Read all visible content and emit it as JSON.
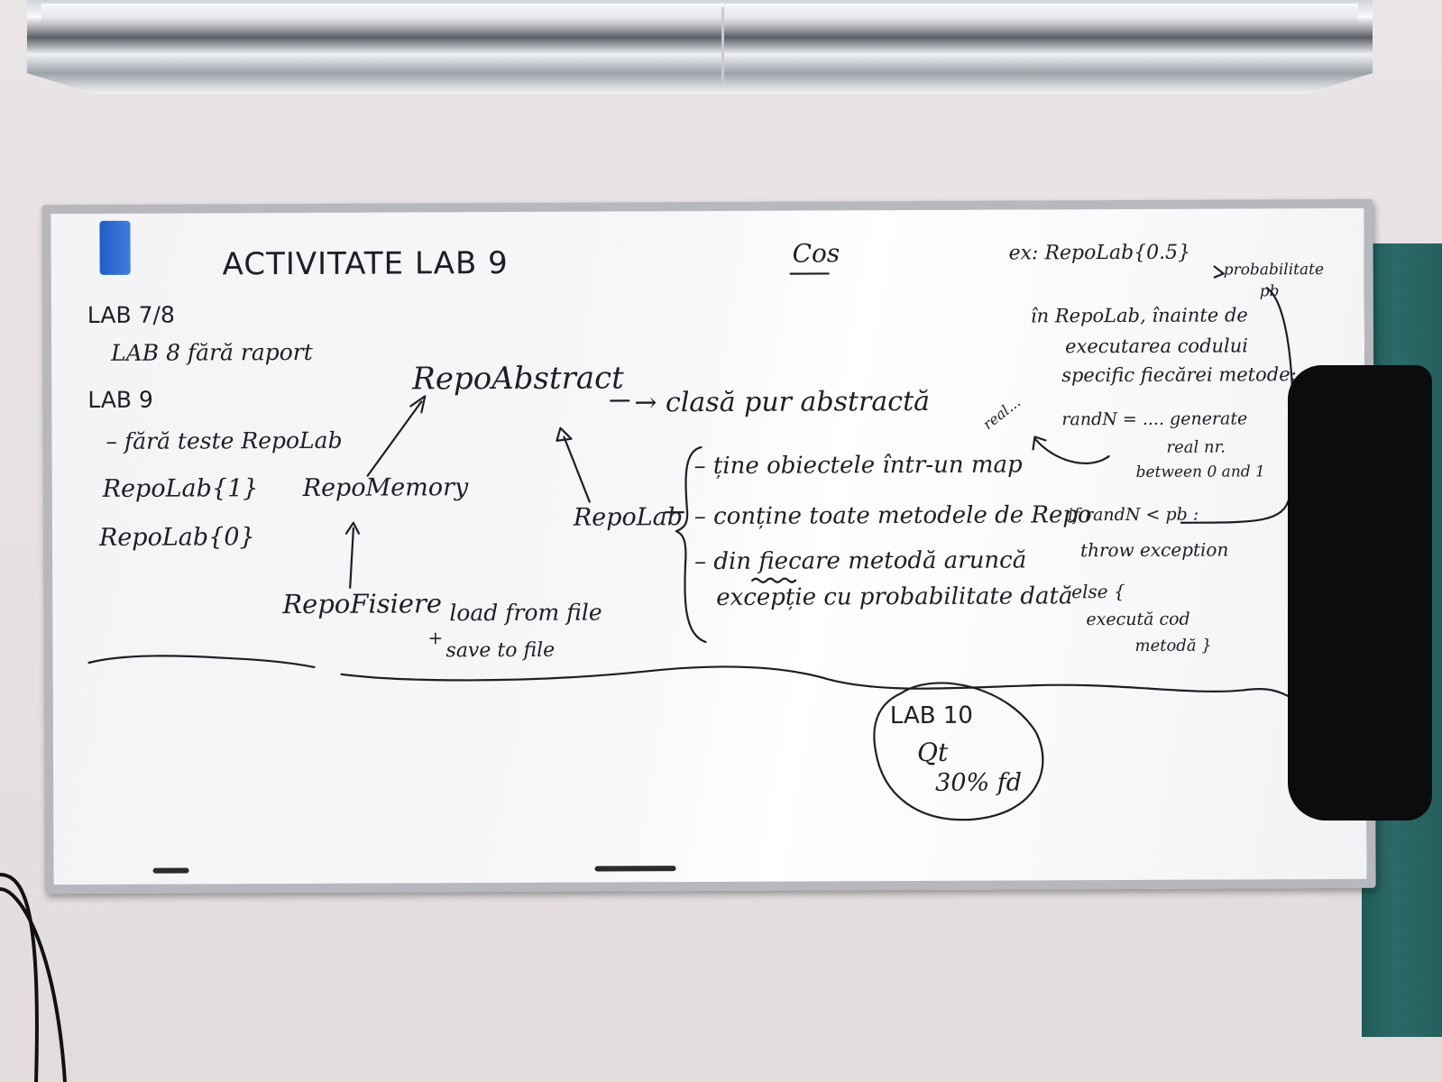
{
  "title": "ACTIVITATE LAB 9",
  "header_center": "Cos",
  "left_notes": [
    "LAB 7/8",
    "LAB 8 fără raport",
    "LAB 9",
    "– fără teste RepoLab",
    "RepoLab{1}",
    "RepoLab{0}"
  ],
  "diagram": {
    "repo_abstract": "RepoAbstract",
    "repo_memory": "RepoMemory",
    "repo_lab": "RepoLab",
    "repo_fisiere": "RepoFisiere",
    "file_ops": [
      "load from file",
      "save to file"
    ],
    "plus_sign": "+"
  },
  "class_description": {
    "arrow_text": "→ clasă pur abstractă",
    "bullets": [
      "– ține obiectele într-un map",
      "– conține toate metodele de Repo",
      "– din fiecare metodă aruncă",
      "excepție cu probabilitate dată"
    ]
  },
  "right_notes": {
    "example": "ex: RepoLab{0.5}",
    "probability_label": "probabilitate",
    "pb": "pb",
    "lines": [
      "în RepoLab, înainte de",
      "executarea codului",
      "specific fiecărei metode:",
      "randN = .... generate",
      "real nr.",
      "between 0 and 1",
      "if randN < pb :",
      "throw exception",
      "else {",
      "execută cod",
      "metodă }"
    ],
    "real": "real..."
  },
  "bubble": {
    "lines": [
      "LAB 10",
      "Qt",
      "30% fd"
    ]
  },
  "colors": {
    "marker": "#1e1e24",
    "board": "#f6f6f8",
    "frame": "#b6b8be",
    "eraser": "#2a6ad6",
    "wall": "#e7e2e4",
    "green_board": "#25605e"
  }
}
